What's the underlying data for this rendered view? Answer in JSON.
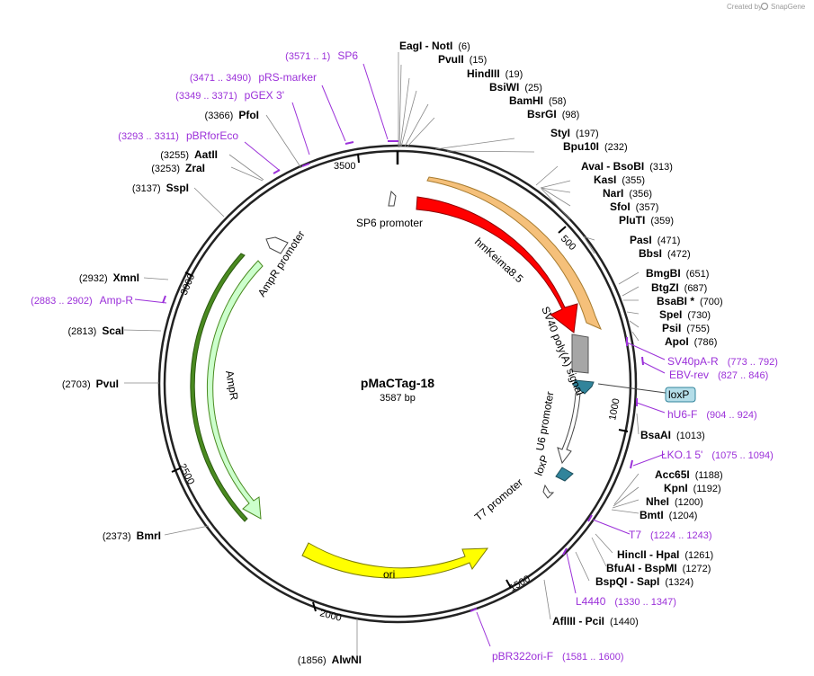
{
  "credit": {
    "text": "Created by",
    "brand": "SnapGene"
  },
  "plasmid": {
    "name": "pMaCTag-18",
    "length_label": "3587 bp",
    "length": 3587
  },
  "ticks": [
    "500",
    "1000",
    "1500",
    "2000",
    "2500",
    "3000",
    "3500"
  ],
  "colors": {
    "hmKeima": "#ff0000",
    "sv40": "#a6a6a6",
    "loxp": "#31849b",
    "ampr": "#ccffcc",
    "ori": "#ffff00",
    "orange": "#f5c07a",
    "green": "#4a8a20",
    "primer": "#9b30d9"
  },
  "sites": [
    {
      "name": "EagI  -  NotI",
      "pos": "(6)"
    },
    {
      "name": "PvuII",
      "pos": "(15)"
    },
    {
      "name": "HindIII",
      "pos": "(19)"
    },
    {
      "name": "BsiWI",
      "pos": "(25)"
    },
    {
      "name": "BamHI",
      "pos": "(58)"
    },
    {
      "name": "BsrGI",
      "pos": "(98)"
    },
    {
      "name": "StyI",
      "pos": "(197)"
    },
    {
      "name": "Bpu10I",
      "pos": "(232)"
    },
    {
      "name": "AvaI  -  BsoBI",
      "pos": "(313)"
    },
    {
      "name": "KasI",
      "pos": "(355)"
    },
    {
      "name": "NarI",
      "pos": "(356)"
    },
    {
      "name": "SfoI",
      "pos": "(357)"
    },
    {
      "name": "PluTI",
      "pos": "(359)"
    },
    {
      "name": "PasI",
      "pos": "(471)"
    },
    {
      "name": "BbsI",
      "pos": "(472)"
    },
    {
      "name": "BmgBI",
      "pos": "(651)"
    },
    {
      "name": "BtgZI",
      "pos": "(687)"
    },
    {
      "name": "BsaBI *",
      "pos": "(700)"
    },
    {
      "name": "SpeI",
      "pos": "(730)"
    },
    {
      "name": "PsiI",
      "pos": "(755)"
    },
    {
      "name": "ApoI",
      "pos": "(786)"
    },
    {
      "name": "BsaAI",
      "pos": "(1013)"
    },
    {
      "name": "Acc65I",
      "pos": "(1188)"
    },
    {
      "name": "KpnI",
      "pos": "(1192)"
    },
    {
      "name": "NheI",
      "pos": "(1200)"
    },
    {
      "name": "BmtI",
      "pos": "(1204)"
    },
    {
      "name": "HincII  -  HpaI",
      "pos": "(1261)"
    },
    {
      "name": "BfuAI  -  BspMI",
      "pos": "(1272)"
    },
    {
      "name": "BspQI  -  SapI",
      "pos": "(1324)"
    },
    {
      "name": "AflIII  -  PciI",
      "pos": "(1440)"
    },
    {
      "name": "AlwNI",
      "pos": "(1856)"
    },
    {
      "name": "BmrI",
      "pos": "(2373)"
    },
    {
      "name": "PvuI",
      "pos": "(2703)"
    },
    {
      "name": "ScaI",
      "pos": "(2813)"
    },
    {
      "name": "XmnI",
      "pos": "(2932)"
    },
    {
      "name": "SspI",
      "pos": "(3137)"
    },
    {
      "name": "ZraI",
      "pos": "(3253)"
    },
    {
      "name": "AatII",
      "pos": "(3255)"
    },
    {
      "name": "PfoI",
      "pos": "(3366)"
    }
  ],
  "primers": [
    {
      "name": "SP6",
      "pos": "(3571 .. 1)"
    },
    {
      "name": "pRS-marker",
      "pos": "(3471 .. 3490)"
    },
    {
      "name": "pGEX 3'",
      "pos": "(3349 .. 3371)"
    },
    {
      "name": "pBRforEco",
      "pos": "(3293 .. 3311)"
    },
    {
      "name": "Amp-R",
      "pos": "(2883 .. 2902)"
    },
    {
      "name": "SV40pA-R",
      "pos": "(773 .. 792)"
    },
    {
      "name": "EBV-rev",
      "pos": "(827 .. 846)"
    },
    {
      "name": "hU6-F",
      "pos": "(904 .. 924)"
    },
    {
      "name": "LKO.1 5'",
      "pos": "(1075 .. 1094)"
    },
    {
      "name": "T7",
      "pos": "(1224 .. 1243)"
    },
    {
      "name": "L4440",
      "pos": "(1330 .. 1347)"
    },
    {
      "name": "pBR322ori-F",
      "pos": "(1581 .. 1600)"
    }
  ],
  "features": {
    "sp6_promoter": "SP6 promoter",
    "hmkeima": "hmKeima8.5",
    "sv40": "SV40 poly(A) signal",
    "u6": "U6 promoter",
    "loxp_inner": "loxP",
    "loxp_box": "loxP",
    "t7": "T7 promoter",
    "ampr_promoter": "AmpR promoter",
    "ampr": "AmpR",
    "ori": "ori"
  }
}
